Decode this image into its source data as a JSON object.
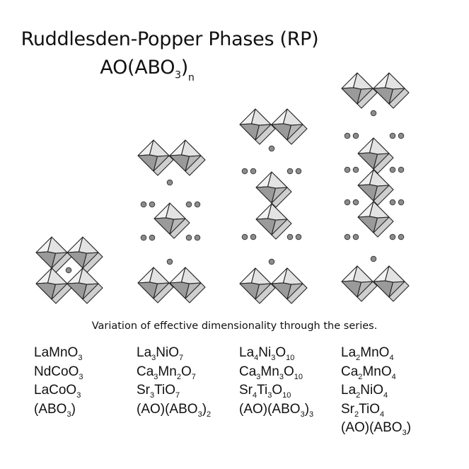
{
  "title": "Ruddlesden-Popper Phases (RP)",
  "formula": {
    "main": "AO(ABO",
    "sub3": "3",
    "close": ")",
    "subn": "n"
  },
  "caption": "Variation of effective dimensionality through the series.",
  "columns": [
    {
      "rows": [
        [
          {
            "t": "LaMnO"
          },
          {
            "s": "3"
          }
        ],
        [
          {
            "t": "NdCoO"
          },
          {
            "s": "3"
          }
        ],
        [
          {
            "t": "LaCoO"
          },
          {
            "s": "3"
          }
        ],
        [
          {
            "t": "(ABO"
          },
          {
            "s": "3"
          },
          {
            "t": ")"
          }
        ]
      ]
    },
    {
      "rows": [
        [
          {
            "t": "La"
          },
          {
            "s": "3"
          },
          {
            "t": "NiO"
          },
          {
            "s": "7"
          }
        ],
        [
          {
            "t": "Ca"
          },
          {
            "s": "3"
          },
          {
            "t": "Mn"
          },
          {
            "s": "2"
          },
          {
            "t": "O"
          },
          {
            "s": "7"
          }
        ],
        [
          {
            "t": "Sr"
          },
          {
            "s": "3"
          },
          {
            "t": "TiO"
          },
          {
            "s": "7"
          }
        ],
        [
          {
            "t": "(AO)(ABO"
          },
          {
            "s": "3"
          },
          {
            "t": ")"
          },
          {
            "s": "2"
          }
        ]
      ]
    },
    {
      "rows": [
        [
          {
            "t": "La"
          },
          {
            "s": "4"
          },
          {
            "t": "Ni"
          },
          {
            "s": "3"
          },
          {
            "t": "O"
          },
          {
            "s": "10"
          }
        ],
        [
          {
            "t": "Ca"
          },
          {
            "s": "3"
          },
          {
            "t": "Mn"
          },
          {
            "s": "3"
          },
          {
            "t": "O"
          },
          {
            "s": "10"
          }
        ],
        [
          {
            "t": "Sr"
          },
          {
            "s": "4"
          },
          {
            "t": "Ti"
          },
          {
            "s": "3"
          },
          {
            "t": "O"
          },
          {
            "s": "10"
          }
        ],
        [
          {
            "t": "(AO)(ABO"
          },
          {
            "s": "3"
          },
          {
            "t": ")"
          },
          {
            "s": "3"
          }
        ]
      ]
    },
    {
      "rows": [
        [
          {
            "t": "La"
          },
          {
            "s": "2"
          },
          {
            "t": "MnO"
          },
          {
            "s": "4"
          }
        ],
        [
          {
            "t": "Ca"
          },
          {
            "s": "2"
          },
          {
            "t": "MnO"
          },
          {
            "s": "4"
          }
        ],
        [
          {
            "t": "La"
          },
          {
            "s": "2"
          },
          {
            "t": "NiO"
          },
          {
            "s": "4"
          }
        ],
        [
          {
            "t": "Sr"
          },
          {
            "s": "2"
          },
          {
            "t": "TiO"
          },
          {
            "s": "4"
          }
        ],
        [
          {
            "t": "(AO)(ABO"
          },
          {
            "s": "3"
          },
          {
            "t": ")"
          }
        ]
      ]
    }
  ],
  "colors": {
    "octahedron_light": "#f2f2f2",
    "octahedron_mid": "#cfcfcf",
    "octahedron_dark": "#9a9a9a",
    "atom": "#8c8c8c",
    "stroke": "#222222"
  }
}
